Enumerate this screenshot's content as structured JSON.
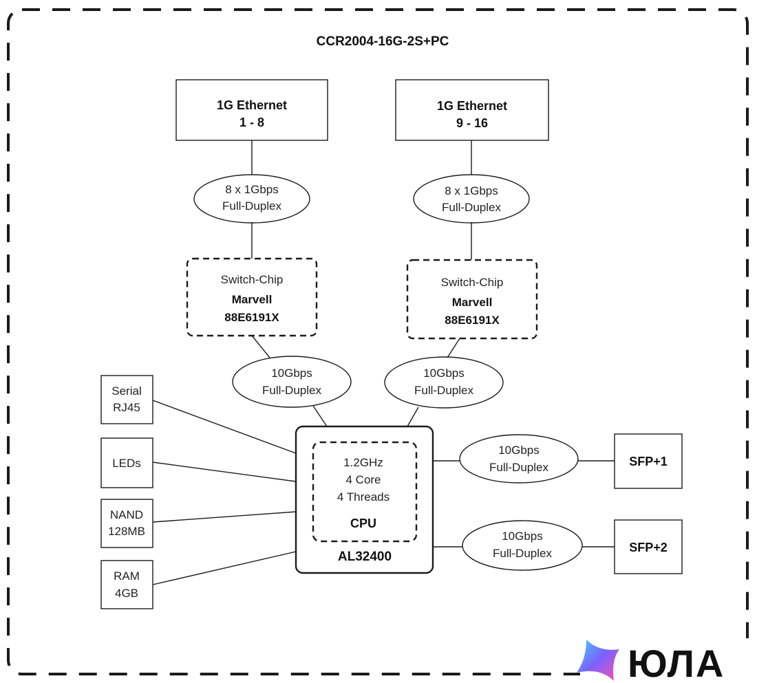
{
  "title": "CCR2004-16G-2S+PC",
  "ethernet_left": {
    "line1": "1G Ethernet",
    "line2": "1 - 8"
  },
  "ethernet_right": {
    "line1": "1G Ethernet",
    "line2": "9 - 16"
  },
  "link_eth_left": {
    "line1": "8 x 1Gbps",
    "line2": "Full-Duplex"
  },
  "link_eth_right": {
    "line1": "8 x 1Gbps",
    "line2": "Full-Duplex"
  },
  "switch_left": {
    "line1": "Switch-Chip",
    "line2": "Marvell",
    "line3": "88E6191X"
  },
  "switch_right": {
    "line1": "Switch-Chip",
    "line2": "Marvell",
    "line3": "88E6191X"
  },
  "link_sw_left": {
    "line1": "10Gbps",
    "line2": "Full-Duplex"
  },
  "link_sw_right": {
    "line1": "10Gbps",
    "line2": "Full-Duplex"
  },
  "serial": {
    "line1": "Serial",
    "line2": "RJ45"
  },
  "leds": {
    "line1": "LEDs"
  },
  "nand": {
    "line1": "NAND",
    "line2": "128MB"
  },
  "ram": {
    "line1": "RAM",
    "line2": "4GB"
  },
  "cpu": {
    "freq": "1.2GHz",
    "cores": "4 Core",
    "threads": "4 Threads",
    "label": "CPU",
    "model": "AL32400"
  },
  "link_sfp1": {
    "line1": "10Gbps",
    "line2": "Full-Duplex"
  },
  "link_sfp2": {
    "line1": "10Gbps",
    "line2": "Full-Duplex"
  },
  "sfp1": {
    "label": "SFP+1"
  },
  "sfp2": {
    "label": "SFP+2"
  },
  "watermark": {
    "text": "ЮЛА",
    "colors": [
      "#3fd1ff",
      "#7b61ff",
      "#ff4fb0"
    ]
  }
}
